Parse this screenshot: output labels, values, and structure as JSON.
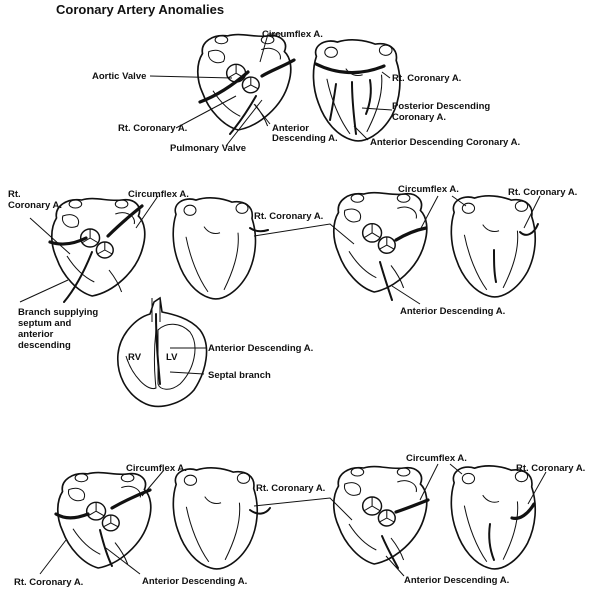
{
  "title": "Coronary Artery Anomalies",
  "panels": {
    "top": {
      "circumflex": "Circumflex A.",
      "aortic_valve": "Aortic Valve",
      "rt_coronary_left": "Rt. Coronary A.",
      "pulmonary_valve": "Pulmonary Valve",
      "anterior_descending_1": "Anterior",
      "anterior_descending_2": "Descending A.",
      "rt_coronary_right": "Rt. Coronary A.",
      "posterior_descending_1": "Posterior Descending",
      "posterior_descending_2": "Coronary A.",
      "anterior_descending_coronary": "Anterior Descending Coronary A."
    },
    "middle_left": {
      "rt_coronary_1": "Rt.",
      "rt_coronary_2": "Coronary A.",
      "circumflex": "Circumflex A.",
      "branch_1": "Branch supplying",
      "branch_2": "septum and",
      "branch_3": "anterior",
      "branch_4": "descending"
    },
    "middle_right": {
      "rt_coronary_mid": "Rt. Coronary A.",
      "circumflex": "Circumflex A.",
      "rt_coronary": "Rt. Coronary A.",
      "anterior_descending": "Anterior Descending A."
    },
    "section": {
      "rv": "RV",
      "lv": "LV",
      "anterior_descending": "Anterior Descending A.",
      "septal_branch": "Septal branch"
    },
    "bottom_left": {
      "circumflex": "Circumflex A.",
      "rt_coronary": "Rt. Coronary A.",
      "anterior_descending": "Anterior Descending A."
    },
    "bottom_right": {
      "rt_coronary_mid": "Rt. Coronary A.",
      "circumflex": "Circumflex A.",
      "rt_coronary": "Rt. Coronary A.",
      "anterior_descending": "Anterior Descending A."
    }
  }
}
